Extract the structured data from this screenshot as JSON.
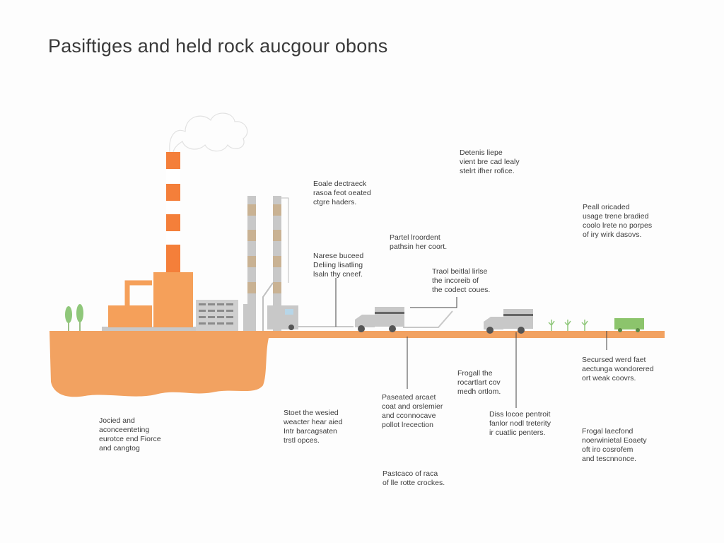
{
  "title": "Pasiftiges and held rock aucgour obons",
  "colors": {
    "ground": "#f2a261",
    "chimney_orange": "#f47f3a",
    "building_orange": "#f5a05a",
    "gray": "#c8c8c8",
    "tan": "#c9b293",
    "tree_green": "#8fc77a",
    "cart_green": "#8cc46c",
    "text": "#3c3c3c"
  },
  "labels": [
    {
      "id": "top-center-a",
      "text": "Eoale dectraeck\nrasoa feot oeated\nctgre haders."
    },
    {
      "id": "top-right-a",
      "text": "Detenis liepe\nvient bre cad lealy\nstelrt ifher rofice."
    },
    {
      "id": "far-right-top",
      "text": "Peall oricaded\nusage trene bradied\ncoolo lrete no porpes\nof iry wirk dasovs."
    },
    {
      "id": "center-b",
      "text": "Partel lroordent\npathsin her coort."
    },
    {
      "id": "left-mid",
      "text": "Narese buceed\nDeliing lisatling\nlsaln thy cneef."
    },
    {
      "id": "center-c",
      "text": "Traol beitlal lirlse\nthe incoreib of\nthe codect coues."
    },
    {
      "id": "right-below",
      "text": "Secursed werd faet\naectunga wondorered\nort weak coovrs."
    },
    {
      "id": "mid-below",
      "text": "Frogall the\nrocartlart cov\nmedh ortlom."
    },
    {
      "id": "center-below",
      "text": "Paseated arcaet\ncoat and orslemier\nand cconnocave\npollot lrecection"
    },
    {
      "id": "left-bottom",
      "text": "Jocied and\naconceenteting\neurotce end Fiorce\nand cangtog"
    },
    {
      "id": "center-left-bottom",
      "text": "Stoet the wesied\nweacter hear aied\nIntr barcagsaten\ntrstl opces."
    },
    {
      "id": "right-center-bottom",
      "text": "Diss locoe pentroit\nfanlor nodl treterity\nir cuatlic penters."
    },
    {
      "id": "far-right-bottom",
      "text": "Frogal laecfond\nnoerwinietal Eoaety\noft iro cosrofem\nand tescnnonce."
    },
    {
      "id": "bottom-center",
      "text": "Pastcaco of raca\nof lle rotte crockes."
    }
  ]
}
